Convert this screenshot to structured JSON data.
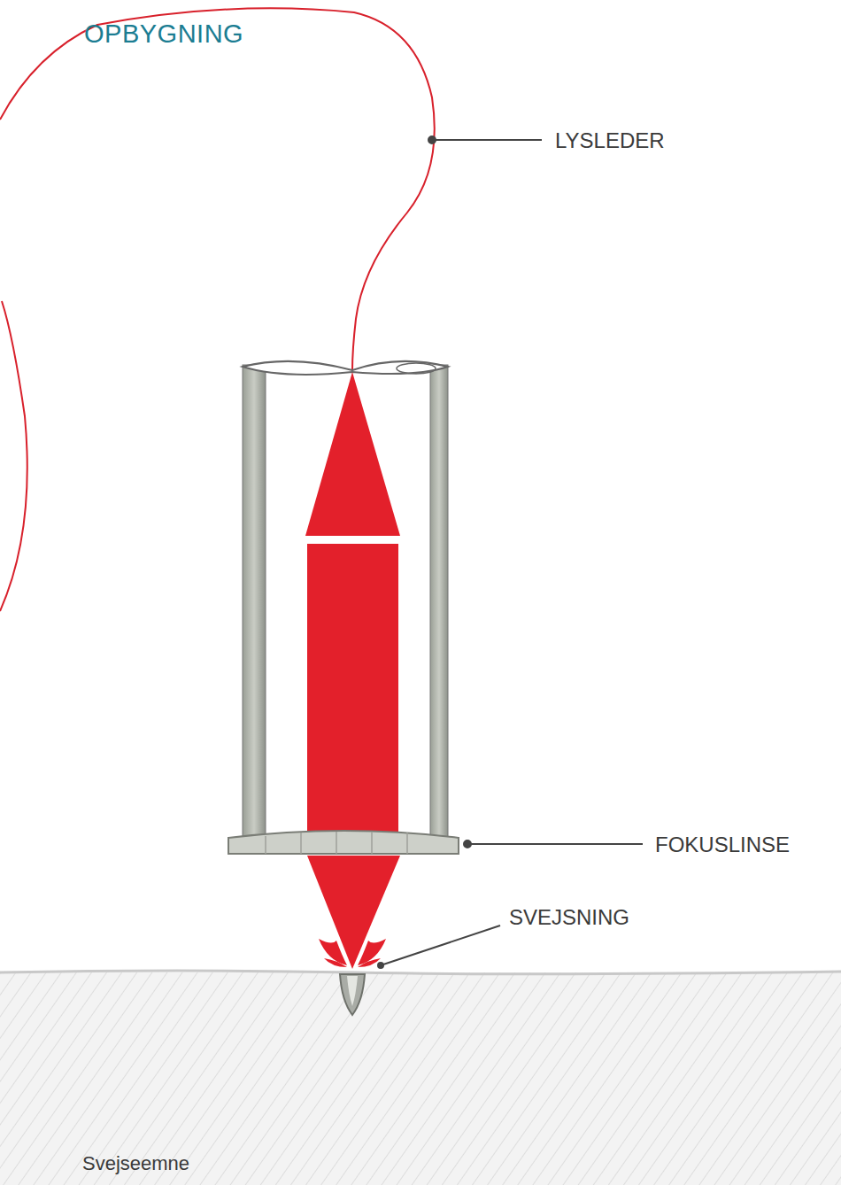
{
  "diagram": {
    "title": "OPBYGNING",
    "labels": [
      "LYSLEDER",
      "FOKUSLINSE",
      "SVEJSNING",
      "Svejseemne"
    ]
  }
}
